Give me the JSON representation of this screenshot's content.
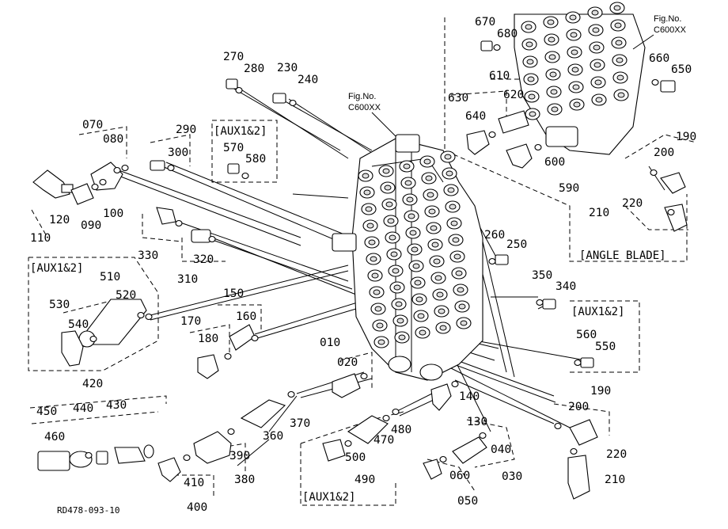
{
  "diagram_code": "RD478-093-10",
  "figure_refs": {
    "center": {
      "line1": "Fig.No.",
      "line2": "C600XX"
    },
    "top_right": {
      "line1": "Fig.No.",
      "line2": "C600XX"
    }
  },
  "group_labels": {
    "aux_a": "[AUX1&2]",
    "aux_b": "[AUX1&2]",
    "aux_c": "[AUX1&2]",
    "aux_d": "[AUX1&2]",
    "angle_blade": "[ANGLE BLADE]"
  },
  "part_numbers": {
    "p670": "670",
    "p680": "680",
    "p660": "660",
    "p650": "650",
    "p610": "610",
    "p620": "620",
    "p630": "630",
    "p640": "640",
    "p600": "600",
    "p590": "590",
    "p190a": "190",
    "p200a": "200",
    "p220a": "220",
    "p210a": "210",
    "p270": "270",
    "p280": "280",
    "p230": "230",
    "p240": "240",
    "p290": "290",
    "p300": "300",
    "p570": "570",
    "p580": "580",
    "p070": "070",
    "p080": "080",
    "p120": "120",
    "p090": "090",
    "p100": "100",
    "p110": "110",
    "p330": "330",
    "p320": "320",
    "p310": "310",
    "p260": "260",
    "p250": "250",
    "p350": "350",
    "p340": "340",
    "p510": "510",
    "p520": "520",
    "p530": "530",
    "p540": "540",
    "p150": "150",
    "p160": "160",
    "p170": "170",
    "p180": "180",
    "p560": "560",
    "p550": "550",
    "p010": "010",
    "p020": "020",
    "p140": "140",
    "p130": "130",
    "p420": "420",
    "p450": "450",
    "p440": "440",
    "p430": "430",
    "p460": "460",
    "p370": "370",
    "p360": "360",
    "p390": "390",
    "p380": "380",
    "p410": "410",
    "p400": "400",
    "p480": "480",
    "p470": "470",
    "p500": "500",
    "p490": "490",
    "p040": "040",
    "p030": "030",
    "p060": "060",
    "p050": "050",
    "p190b": "190",
    "p200b": "200",
    "p220b": "220",
    "p210b": "210"
  }
}
